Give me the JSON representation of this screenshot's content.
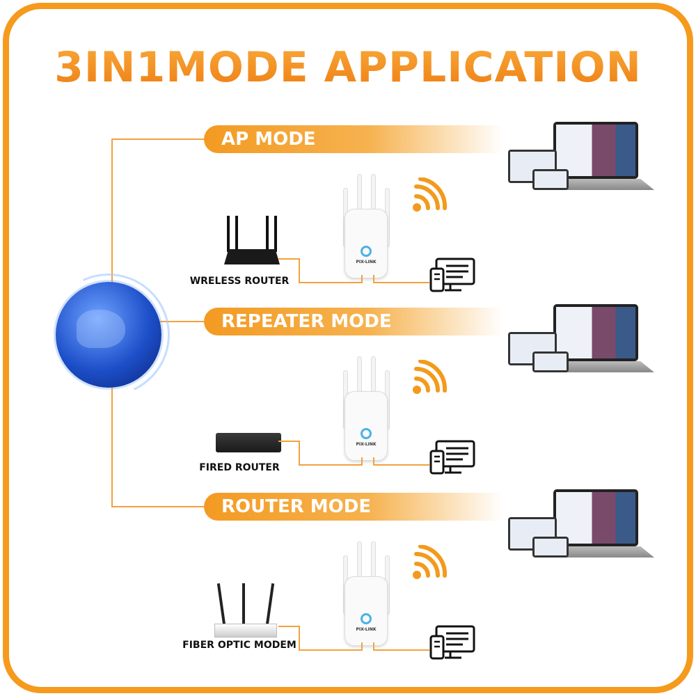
{
  "title": "3IN1MODE APPLICATION",
  "colors": {
    "accent": "#f59a1c",
    "wire": "#f2a23c",
    "led": "#4ab2e6"
  },
  "modes": [
    {
      "label": "AP MODE",
      "source_label": "WRELESS ROUTER",
      "source_icon": "wireless-router-icon"
    },
    {
      "label": "REPEATER MODE",
      "source_label": "FIRED ROUTER",
      "source_icon": "switch-icon"
    },
    {
      "label": "ROUTER MODE",
      "source_label": "FIBER OPTIC MODEM",
      "source_icon": "fiber-modem-icon"
    }
  ],
  "extender_brand": "PIX-LINK"
}
